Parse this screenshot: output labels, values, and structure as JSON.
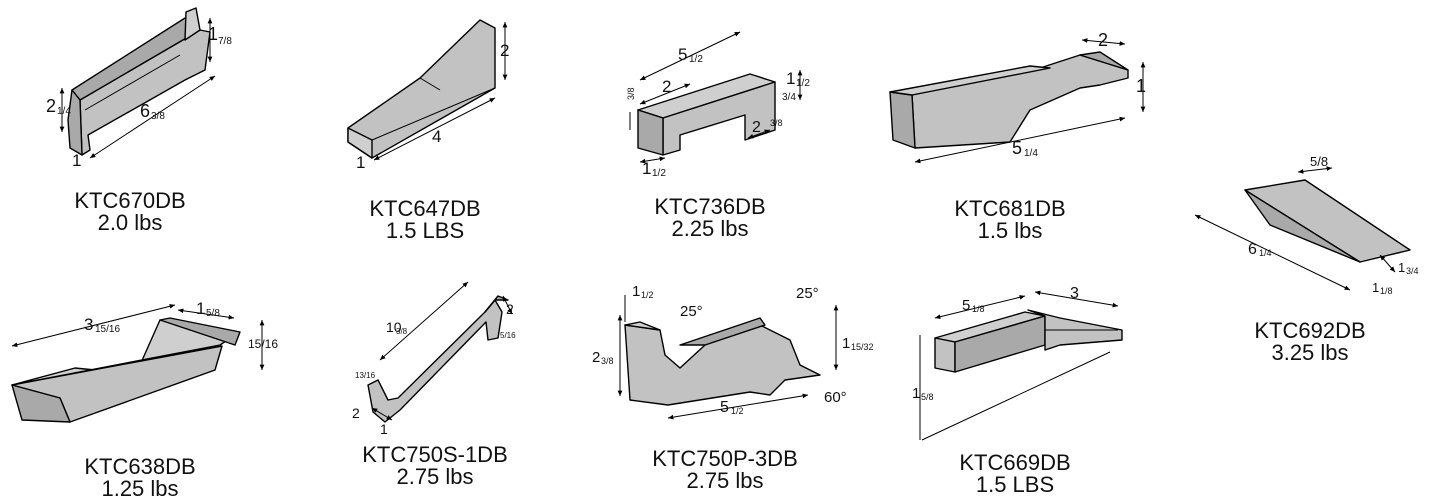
{
  "palette": {
    "face_light": "#cfcfcf",
    "face_mid": "#c2c2c2",
    "face_dark": "#a9a9a9",
    "line": "#000000"
  },
  "items": [
    {
      "id": "ktc670db",
      "part": "KTC670DB",
      "weight": "2.0 lbs",
      "dims": {
        "height": "1",
        "height_frac": "7/8",
        "length": "6",
        "length_frac": "3/8",
        "width": "2",
        "width_frac": "1/4",
        "thickness": "1"
      }
    },
    {
      "id": "ktc647db",
      "part": "KTC647DB",
      "weight": "1.5 LBS",
      "dims": {
        "height": "2",
        "length": "4",
        "thickness": "1"
      }
    },
    {
      "id": "ktc736db",
      "part": "KTC736DB",
      "weight": "2.25 lbs",
      "dims": {
        "length": "5",
        "length_frac": "1/2",
        "step": "2",
        "h1": "1",
        "h1_frac": "1/2",
        "h2": "3/4",
        "left_h": "3/8",
        "slot": "2",
        "slot_h": "3/8",
        "base": "1",
        "base_frac": "1/2"
      }
    },
    {
      "id": "ktc681db",
      "part": "KTC681DB",
      "weight": "1.5 lbs",
      "dims": {
        "top": "2",
        "height": "1",
        "length": "5",
        "length_frac": "1/4"
      }
    },
    {
      "id": "ktc692db",
      "part": "KTC692DB",
      "weight": "3.25 lbs",
      "dims": {
        "top": "5/8",
        "length": "6",
        "length_frac": "1/4",
        "h1": "1",
        "h1_frac": "3/4",
        "h2": "1",
        "h2_frac": "1/8"
      }
    },
    {
      "id": "ktc638db",
      "part": "KTC638DB",
      "weight": "1.25 lbs",
      "dims": {
        "length": "3",
        "length_frac": "15/16",
        "step": "1",
        "step_frac": "5/8",
        "height": "15/16"
      }
    },
    {
      "id": "ktc750s1db",
      "part": "KTC750S-1DB",
      "weight": "2.75 lbs",
      "dims": {
        "length": "10",
        "length_frac": "3/8",
        "hook": "2",
        "hook_small": "5/16",
        "left_h": "13/16",
        "base": "2",
        "thickness": "1"
      }
    },
    {
      "id": "ktc750p3db",
      "part": "KTC750P-3DB",
      "weight": "2.75 lbs",
      "dims": {
        "top": "1",
        "top_frac": "1/2",
        "angle1": "25°",
        "angle2": "25°",
        "angle3": "60°",
        "height": "2",
        "height_frac": "3/8",
        "right_h": "1",
        "right_h_frac": "15/32",
        "length": "5",
        "length_frac": "1/2"
      }
    },
    {
      "id": "ktc669db",
      "part": "KTC669DB",
      "weight": "1.5 LBS",
      "dims": {
        "length": "5",
        "length_frac": "1/8",
        "ext": "3",
        "height": "1",
        "height_frac": "5/8"
      }
    }
  ]
}
